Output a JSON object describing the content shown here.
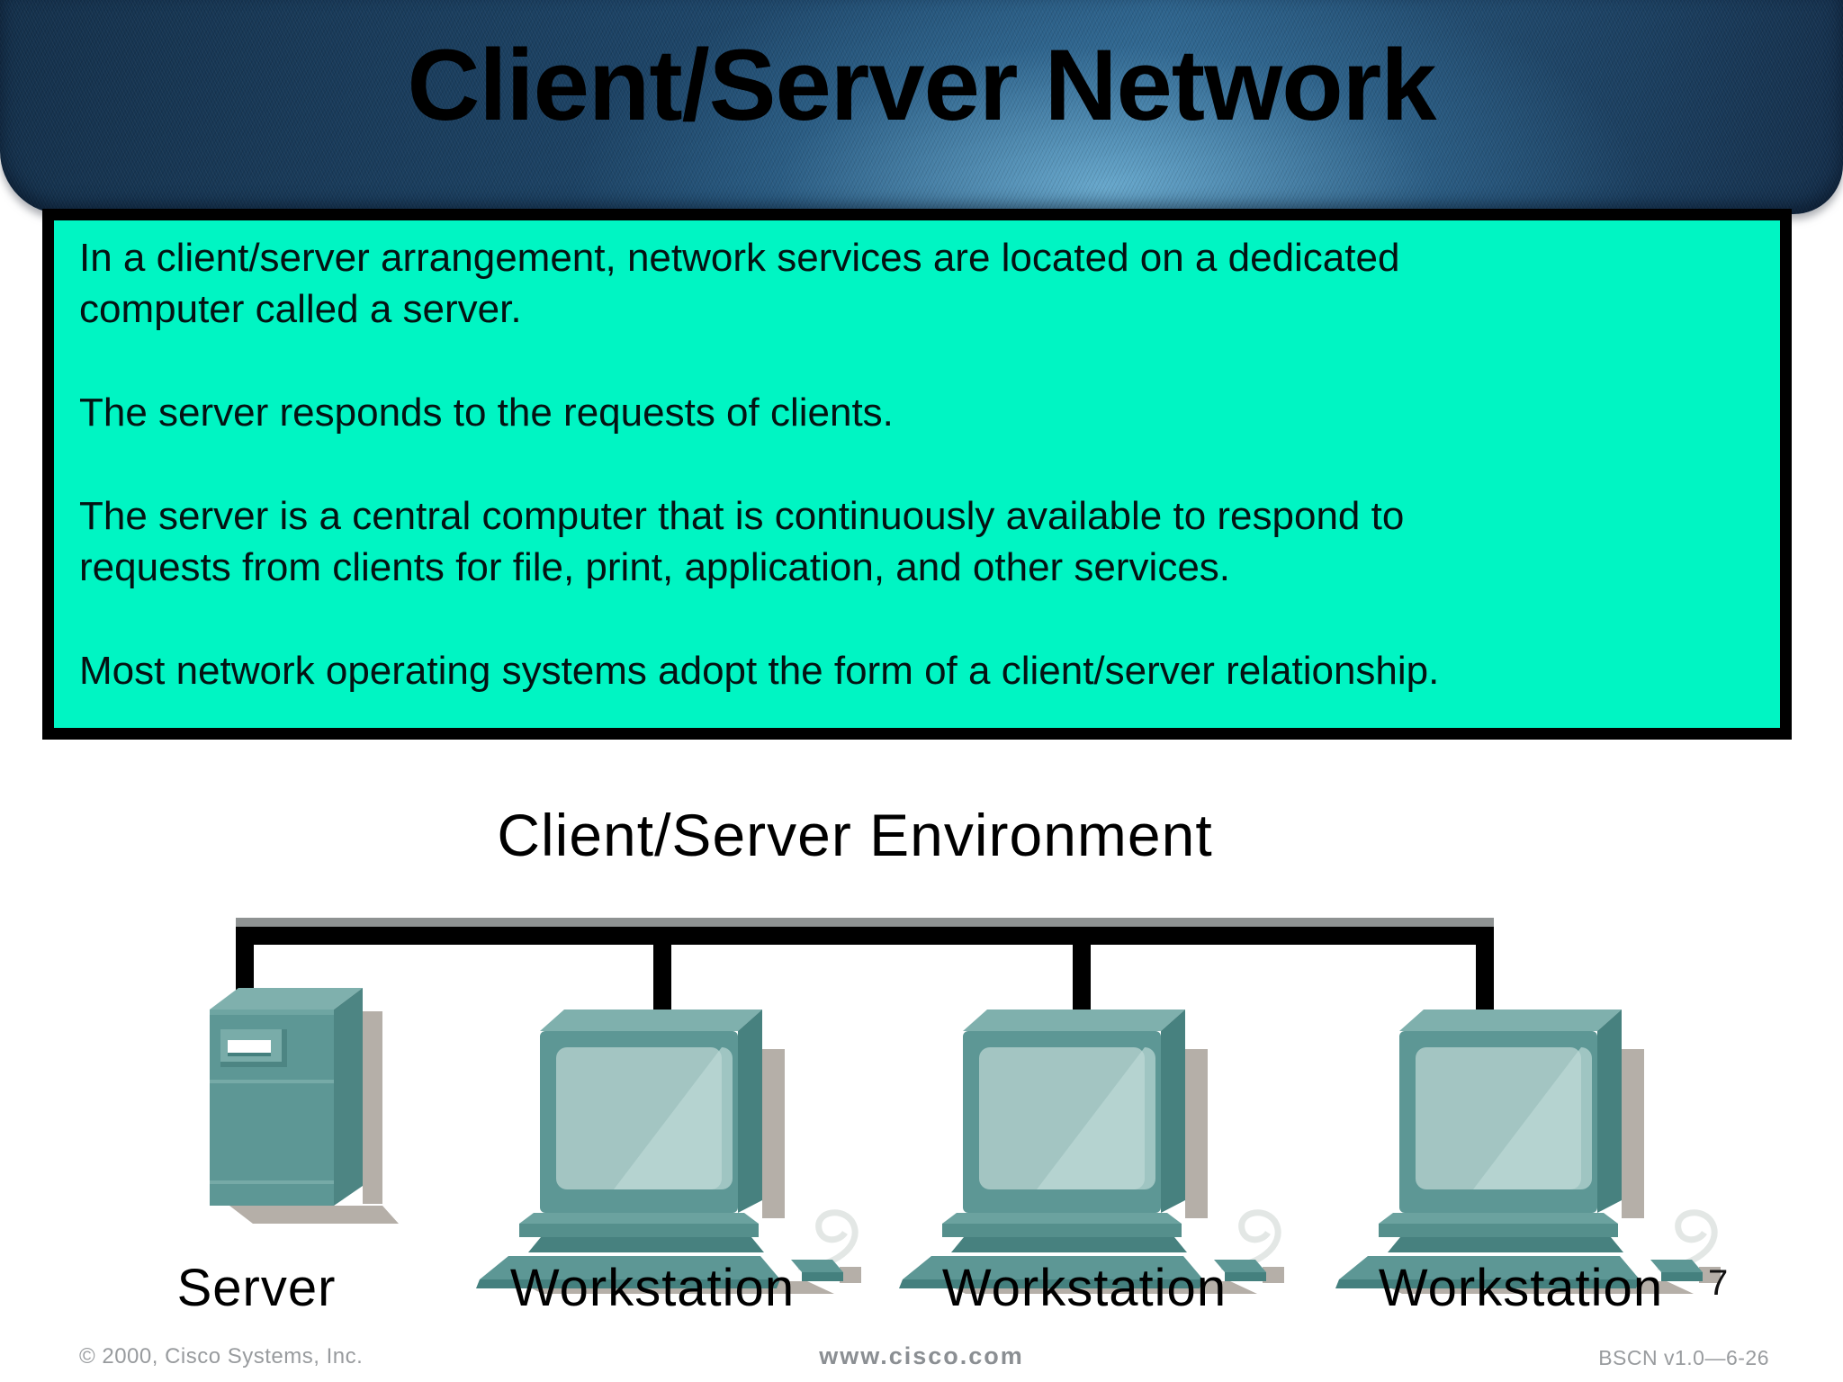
{
  "slide": {
    "title": "Client/Server Network",
    "callout": {
      "paragraphs": [
        {
          "lines": [
            "In a client/server arrangement, network services are located on a dedicated",
            "computer called a server."
          ]
        },
        {
          "lines": [
            "The server responds to the requests of clients."
          ]
        },
        {
          "lines": [
            "The server is a central computer that is continuously available to respond to",
            "requests from clients for file, print, application, and other services."
          ]
        },
        {
          "lines": [
            "Most network operating systems adopt the form of a client/server relationship."
          ]
        }
      ]
    },
    "diagram": {
      "title": "Client/Server Environment",
      "devices": [
        {
          "type": "server",
          "label": "Server"
        },
        {
          "type": "workstation",
          "label": "Workstation"
        },
        {
          "type": "workstation",
          "label": "Workstation"
        },
        {
          "type": "workstation",
          "label": "Workstation"
        }
      ]
    },
    "page_number": "7",
    "footer": {
      "copyright": "© 2000, Cisco Systems, Inc.",
      "website": "www.cisco.com",
      "doc_ref": "BSCN v1.0—6-26"
    },
    "colors": {
      "header_blue": "#1d4568",
      "header_glow": "#5ea4c9",
      "callout_bg": "#00f5c3",
      "callout_border": "#000000",
      "device_teal": "#5d9795",
      "device_teal_dark": "#44807e",
      "device_teal_light": "#7fb0ad",
      "device_screen": "#a3c5c2",
      "shadow_gray": "#b5afa8",
      "bus_line": "#000000",
      "footer_text": "#989b9e"
    }
  }
}
